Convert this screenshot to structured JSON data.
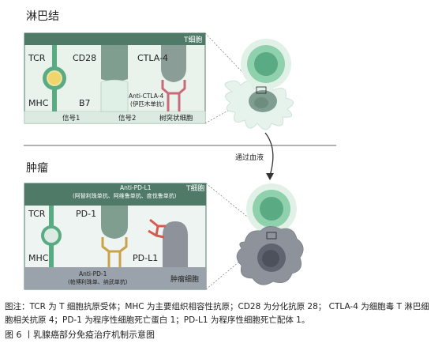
{
  "section_top": {
    "title": "淋巴结",
    "t_cell": "T细胞",
    "tcr": "TCR",
    "cd28": "CD28",
    "ctla4": "CTLA-4",
    "mhc": "MHC",
    "b7": "B7",
    "anti_ctla4": "Anti-CTLA-4",
    "anti_ctla4_drug": "(伊匹木单抗)",
    "signal1": "信号1",
    "signal2": "信号2",
    "dendritic": "树突状细胞"
  },
  "arrow_label": "通过血液",
  "section_bottom": {
    "title": "肿瘤",
    "anti_pdl1": "Anti-PD-L1",
    "anti_pdl1_drugs": "(阿替利珠单抗、阿维鲁单抗、度伐鲁单抗)",
    "t_cell": "T细胞",
    "tcr": "TCR",
    "pd1": "PD-1",
    "mhc": "MHC",
    "pdl1": "PD-L1",
    "anti_pd1": "Anti-PD-1",
    "anti_pd1_drugs": "(帕博利珠单、纳武单抗)",
    "tumor": "肿瘤细胞"
  },
  "caption": "图注：TCR 为 T 细胞抗原受体；MHC 为主要组织相容性抗原；CD28 为分化抗原 28； CTLA-4 为细胞毒 T 淋巴细胞相关抗原 4；PD-1 为程序性细胞死亡蛋白 1；PD-L1 为程序性细胞死亡配体 1。",
  "figure_title": "图 6 丨乳腺癌部分免疫治疗机制示意图",
  "colors": {
    "panel_dark": "#4f7a67",
    "panel_light": "#e9f3ec",
    "tcr_green": "#5aaa84",
    "cd28_gray": "#7f9e90",
    "ctla4_gray": "#8a9d96",
    "antibody_pink": "#c86a7a",
    "antibody_gold": "#c9a24a",
    "antibody_red": "#d85a4e",
    "tumor_gray": "#8e939b",
    "bottom_band": "#9aa3ab"
  }
}
